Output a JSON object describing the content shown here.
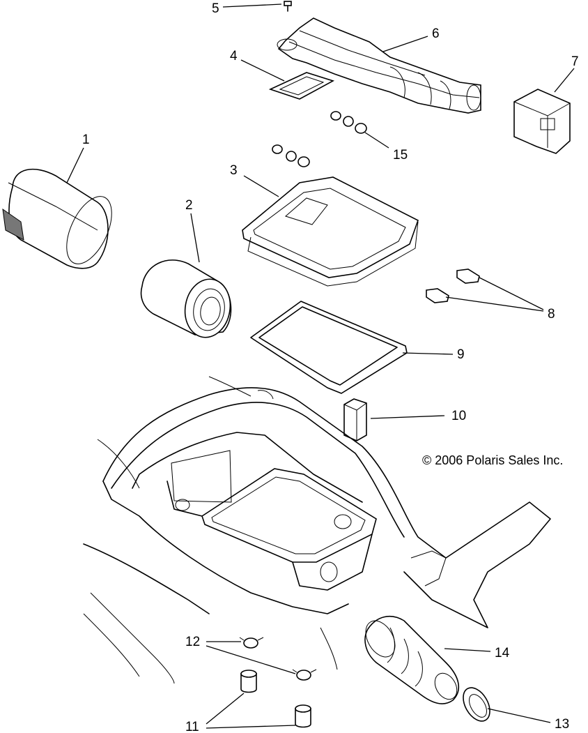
{
  "diagram": {
    "copyright": "© 2006 Polaris Sales Inc.",
    "callouts": {
      "c1": "1",
      "c2": "2",
      "c3": "3",
      "c4": "4",
      "c5": "5",
      "c6": "6",
      "c7": "7",
      "c8": "8",
      "c9": "9",
      "c10": "10",
      "c11": "11",
      "c12": "12",
      "c13": "13",
      "c14": "14",
      "c15": "15"
    }
  }
}
